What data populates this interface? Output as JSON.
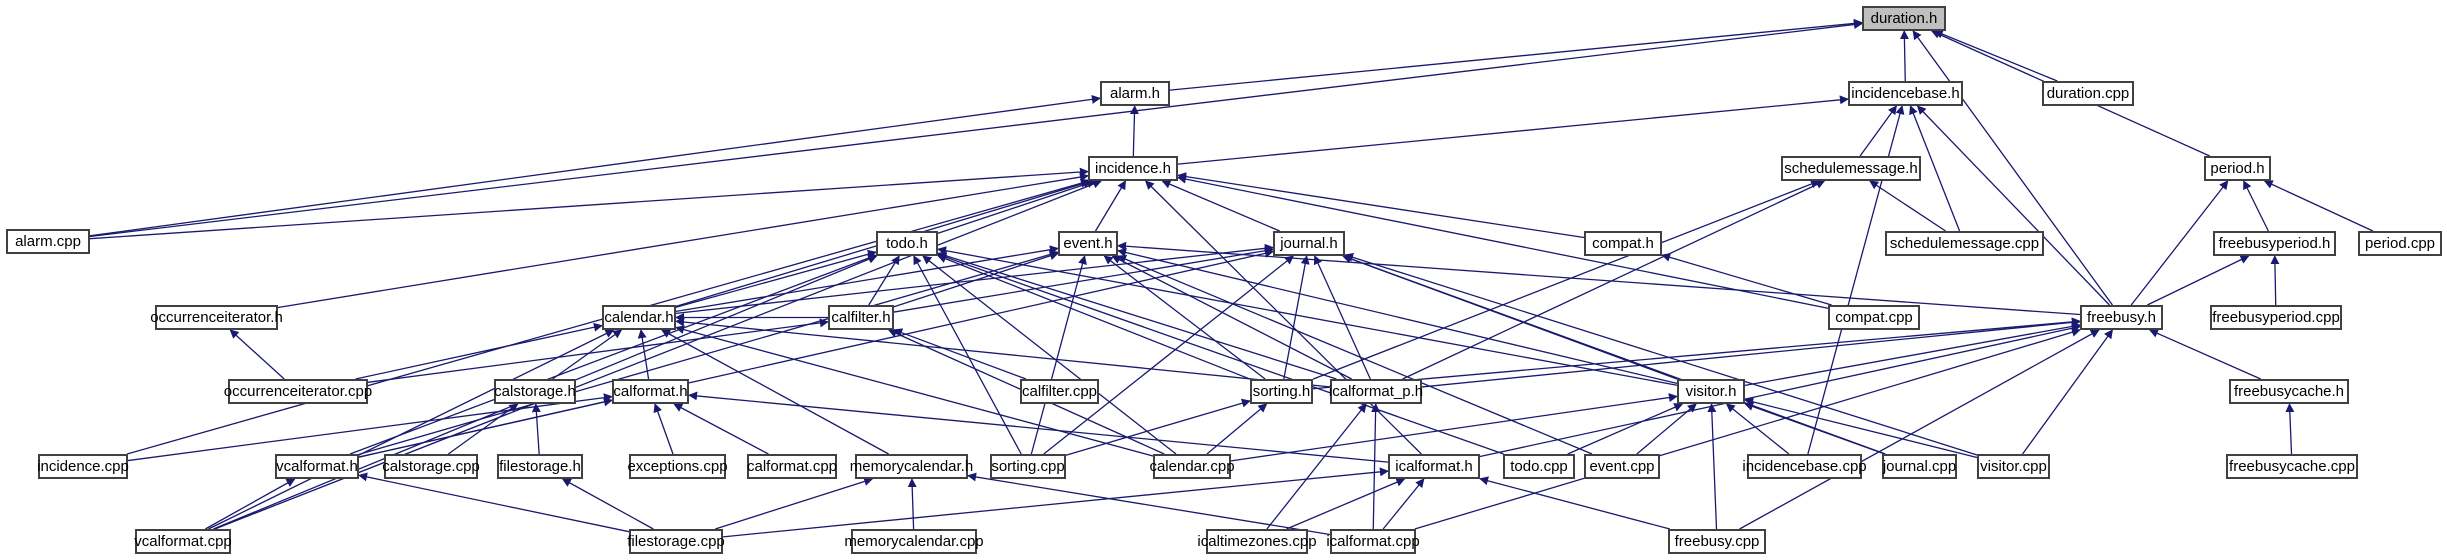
{
  "title": "duration.h include dependency graph",
  "colors": {
    "edge": "#191970",
    "node_border": "#404040",
    "root_fill": "#bfbfbf",
    "node_fill": "#ffffff"
  },
  "nodes": [
    {
      "id": "duration_h",
      "label": "duration.h",
      "root": true
    },
    {
      "id": "alarm_h",
      "label": "alarm.h"
    },
    {
      "id": "incidencebase_h",
      "label": "incidencebase.h"
    },
    {
      "id": "duration_cpp",
      "label": "duration.cpp"
    },
    {
      "id": "alarm_cpp",
      "label": "alarm.cpp"
    },
    {
      "id": "incidence_h",
      "label": "incidence.h"
    },
    {
      "id": "schedulemessage_h",
      "label": "schedulemessage.h"
    },
    {
      "id": "period_h",
      "label": "period.h"
    },
    {
      "id": "todo_h",
      "label": "todo.h"
    },
    {
      "id": "event_h",
      "label": "event.h"
    },
    {
      "id": "journal_h",
      "label": "journal.h"
    },
    {
      "id": "compat_h",
      "label": "compat.h"
    },
    {
      "id": "schedulemessage_cpp",
      "label": "schedulemessage.cpp"
    },
    {
      "id": "freebusyperiod_h",
      "label": "freebusyperiod.h"
    },
    {
      "id": "period_cpp",
      "label": "period.cpp"
    },
    {
      "id": "occurrenceiterator_h",
      "label": "occurrenceiterator.h"
    },
    {
      "id": "calendar_h",
      "label": "calendar.h"
    },
    {
      "id": "calfilter_h",
      "label": "calfilter.h"
    },
    {
      "id": "compat_cpp",
      "label": "compat.cpp"
    },
    {
      "id": "freebusy_h",
      "label": "freebusy.h"
    },
    {
      "id": "freebusyperiod_cpp",
      "label": "freebusyperiod.cpp"
    },
    {
      "id": "occurrenceiterator_cpp",
      "label": "occurrenceiterator.cpp"
    },
    {
      "id": "calstorage_h",
      "label": "calstorage.h"
    },
    {
      "id": "calformat_h",
      "label": "calformat.h"
    },
    {
      "id": "calfilter_cpp",
      "label": "calfilter.cpp"
    },
    {
      "id": "sorting_h",
      "label": "sorting.h"
    },
    {
      "id": "icalformat_p_h",
      "label": "icalformat_p.h"
    },
    {
      "id": "visitor_h",
      "label": "visitor.h"
    },
    {
      "id": "freebusycache_h",
      "label": "freebusycache.h"
    },
    {
      "id": "incidence_cpp",
      "label": "incidence.cpp"
    },
    {
      "id": "vcalformat_h",
      "label": "vcalformat.h"
    },
    {
      "id": "calstorage_cpp",
      "label": "calstorage.cpp"
    },
    {
      "id": "filestorage_h",
      "label": "filestorage.h"
    },
    {
      "id": "exceptions_cpp",
      "label": "exceptions.cpp"
    },
    {
      "id": "calformat_cpp",
      "label": "calformat.cpp"
    },
    {
      "id": "memorycalendar_h",
      "label": "memorycalendar.h"
    },
    {
      "id": "sorting_cpp",
      "label": "sorting.cpp"
    },
    {
      "id": "calendar_cpp",
      "label": "calendar.cpp"
    },
    {
      "id": "icalformat_h",
      "label": "icalformat.h"
    },
    {
      "id": "todo_cpp",
      "label": "todo.cpp"
    },
    {
      "id": "event_cpp",
      "label": "event.cpp"
    },
    {
      "id": "incidencebase_cpp",
      "label": "incidencebase.cpp"
    },
    {
      "id": "journal_cpp",
      "label": "journal.cpp"
    },
    {
      "id": "visitor_cpp",
      "label": "visitor.cpp"
    },
    {
      "id": "freebusycache_cpp",
      "label": "freebusycache.cpp"
    },
    {
      "id": "vcalformat_cpp",
      "label": "vcalformat.cpp"
    },
    {
      "id": "filestorage_cpp",
      "label": "filestorage.cpp"
    },
    {
      "id": "memorycalendar_cpp",
      "label": "memorycalendar.cpp"
    },
    {
      "id": "icaltimezones_cpp",
      "label": "icaltimezones.cpp"
    },
    {
      "id": "icalformat_cpp",
      "label": "icalformat.cpp"
    },
    {
      "id": "freebusy_cpp",
      "label": "freebusy.cpp"
    }
  ],
  "edges": [
    [
      "alarm_h",
      "duration_h"
    ],
    [
      "incidencebase_h",
      "duration_h"
    ],
    [
      "duration_cpp",
      "duration_h"
    ],
    [
      "alarm_cpp",
      "duration_h"
    ],
    [
      "period_h",
      "duration_h"
    ],
    [
      "freebusy_h",
      "duration_h"
    ],
    [
      "incidence_h",
      "alarm_h"
    ],
    [
      "alarm_cpp",
      "alarm_h"
    ],
    [
      "incidence_h",
      "incidencebase_h"
    ],
    [
      "schedulemessage_h",
      "incidencebase_h"
    ],
    [
      "schedulemessage_cpp",
      "incidencebase_h"
    ],
    [
      "freebusy_h",
      "incidencebase_h"
    ],
    [
      "incidencebase_cpp",
      "incidencebase_h"
    ],
    [
      "alarm_cpp",
      "incidence_h"
    ],
    [
      "todo_h",
      "incidence_h"
    ],
    [
      "event_h",
      "incidence_h"
    ],
    [
      "journal_h",
      "incidence_h"
    ],
    [
      "compat_h",
      "incidence_h"
    ],
    [
      "occurrenceiterator_h",
      "incidence_h"
    ],
    [
      "calendar_h",
      "incidence_h"
    ],
    [
      "incidence_cpp",
      "incidence_h"
    ],
    [
      "vcalformat_cpp",
      "incidence_h"
    ],
    [
      "compat_cpp",
      "incidence_h"
    ],
    [
      "icalformat_h",
      "incidence_h"
    ],
    [
      "schedulemessage_cpp",
      "schedulemessage_h"
    ],
    [
      "icalformat_p_h",
      "schedulemessage_h"
    ],
    [
      "sorting_h",
      "schedulemessage_h"
    ],
    [
      "freebusy_h",
      "period_h"
    ],
    [
      "freebusyperiod_h",
      "period_h"
    ],
    [
      "period_cpp",
      "period_h"
    ],
    [
      "freebusyperiod_cpp",
      "freebusyperiod_h"
    ],
    [
      "freebusy_h",
      "freebusyperiod_h"
    ],
    [
      "compat_cpp",
      "compat_h"
    ],
    [
      "calendar_h",
      "todo_h"
    ],
    [
      "calfilter_h",
      "todo_h"
    ],
    [
      "sorting_h",
      "todo_h"
    ],
    [
      "icalformat_p_h",
      "todo_h"
    ],
    [
      "visitor_h",
      "todo_h"
    ],
    [
      "sorting_cpp",
      "todo_h"
    ],
    [
      "calendar_cpp",
      "todo_h"
    ],
    [
      "todo_cpp",
      "todo_h"
    ],
    [
      "vcalformat_h",
      "todo_h"
    ],
    [
      "vcalformat_cpp",
      "todo_h"
    ],
    [
      "calendar_h",
      "event_h"
    ],
    [
      "calfilter_h",
      "event_h"
    ],
    [
      "sorting_h",
      "event_h"
    ],
    [
      "icalformat_p_h",
      "event_h"
    ],
    [
      "visitor_h",
      "event_h"
    ],
    [
      "event_cpp",
      "event_h"
    ],
    [
      "freebusy_h",
      "event_h"
    ],
    [
      "vcalformat_h",
      "event_h"
    ],
    [
      "sorting_cpp",
      "event_h"
    ],
    [
      "calendar_h",
      "journal_h"
    ],
    [
      "calfilter_h",
      "journal_h"
    ],
    [
      "sorting_h",
      "journal_h"
    ],
    [
      "icalformat_p_h",
      "journal_h"
    ],
    [
      "visitor_h",
      "journal_h"
    ],
    [
      "journal_cpp",
      "journal_h"
    ],
    [
      "sorting_cpp",
      "journal_h"
    ],
    [
      "vcalformat_h",
      "journal_h"
    ],
    [
      "visitor_cpp",
      "journal_h"
    ],
    [
      "occurrenceiterator_cpp",
      "occurrenceiterator_h"
    ],
    [
      "occurrenceiterator_cpp",
      "calendar_h"
    ],
    [
      "calstorage_h",
      "calendar_h"
    ],
    [
      "calformat_h",
      "calendar_h"
    ],
    [
      "memorycalendar_h",
      "calendar_h"
    ],
    [
      "calendar_cpp",
      "calendar_h"
    ],
    [
      "vcalformat_cpp",
      "calendar_h"
    ],
    [
      "calfilter_h",
      "calendar_h"
    ],
    [
      "icalformat_p_h",
      "calendar_h"
    ],
    [
      "calfilter_cpp",
      "calfilter_h"
    ],
    [
      "calendar_cpp",
      "calfilter_h"
    ],
    [
      "occurrenceiterator_cpp",
      "calfilter_h"
    ],
    [
      "calstorage_cpp",
      "calstorage_h"
    ],
    [
      "filestorage_h",
      "calstorage_h"
    ],
    [
      "vcalformat_h",
      "calformat_h"
    ],
    [
      "exceptions_cpp",
      "calformat_h"
    ],
    [
      "calformat_cpp",
      "calformat_h"
    ],
    [
      "icalformat_h",
      "calformat_h"
    ],
    [
      "incidence_cpp",
      "calformat_h"
    ],
    [
      "sorting_cpp",
      "sorting_h"
    ],
    [
      "calendar_cpp",
      "sorting_h"
    ],
    [
      "icalformat_cpp",
      "icalformat_p_h"
    ],
    [
      "icaltimezones_cpp",
      "icalformat_p_h"
    ],
    [
      "sorting_h",
      "freebusy_h"
    ],
    [
      "icalformat_p_h",
      "freebusy_h"
    ],
    [
      "visitor_h",
      "freebusy_h"
    ],
    [
      "freebusycache_h",
      "freebusy_h"
    ],
    [
      "visitor_cpp",
      "freebusy_h"
    ],
    [
      "icalformat_h",
      "freebusy_h"
    ],
    [
      "freebusy_cpp",
      "freebusy_h"
    ],
    [
      "icalformat_cpp",
      "freebusy_h"
    ],
    [
      "calendar_cpp",
      "visitor_h"
    ],
    [
      "todo_cpp",
      "visitor_h"
    ],
    [
      "event_cpp",
      "visitor_h"
    ],
    [
      "incidencebase_cpp",
      "visitor_h"
    ],
    [
      "journal_cpp",
      "visitor_h"
    ],
    [
      "visitor_cpp",
      "visitor_h"
    ],
    [
      "freebusy_cpp",
      "visitor_h"
    ],
    [
      "freebusycache_cpp",
      "freebusycache_h"
    ],
    [
      "vcalformat_cpp",
      "vcalformat_h"
    ],
    [
      "filestorage_cpp",
      "vcalformat_h"
    ],
    [
      "filestorage_cpp",
      "filestorage_h"
    ],
    [
      "filestorage_cpp",
      "memorycalendar_h"
    ],
    [
      "memorycalendar_cpp",
      "memorycalendar_h"
    ],
    [
      "icalformat_cpp",
      "memorycalendar_h"
    ],
    [
      "filestorage_cpp",
      "icalformat_h"
    ],
    [
      "icaltimezones_cpp",
      "icalformat_h"
    ],
    [
      "icalformat_cpp",
      "icalformat_h"
    ],
    [
      "freebusy_cpp",
      "icalformat_h"
    ]
  ]
}
